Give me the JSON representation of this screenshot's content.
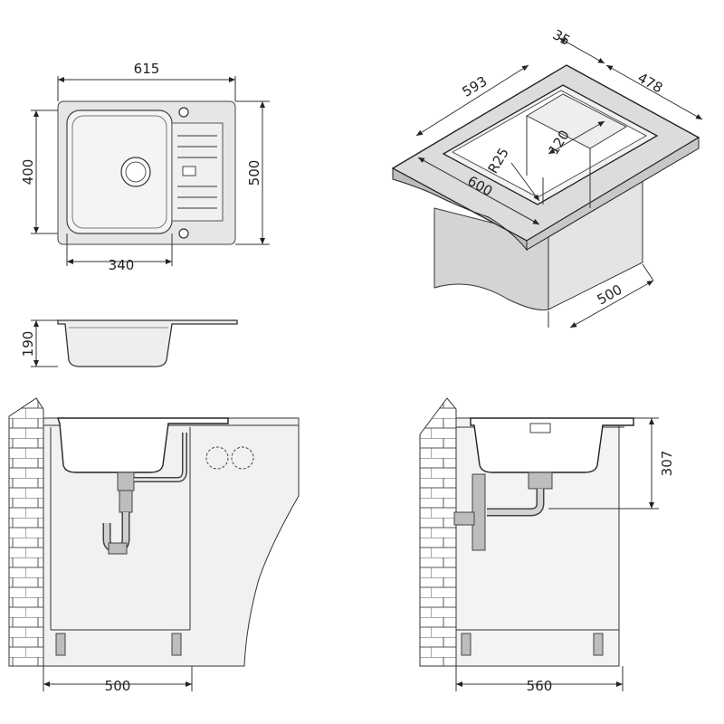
{
  "top_view": {
    "width": "615",
    "height_left": "400",
    "height_right": "500",
    "bowl_width": "340"
  },
  "section_view": {
    "depth": "190"
  },
  "iso_view": {
    "width_top": "593",
    "flange": "35",
    "depth": "478",
    "radius": "R25",
    "drainer": "120",
    "front_width": "600",
    "cabinet_depth": "500"
  },
  "cabinet_front": {
    "width": "500"
  },
  "cabinet_side": {
    "width": "560",
    "height": "307"
  }
}
